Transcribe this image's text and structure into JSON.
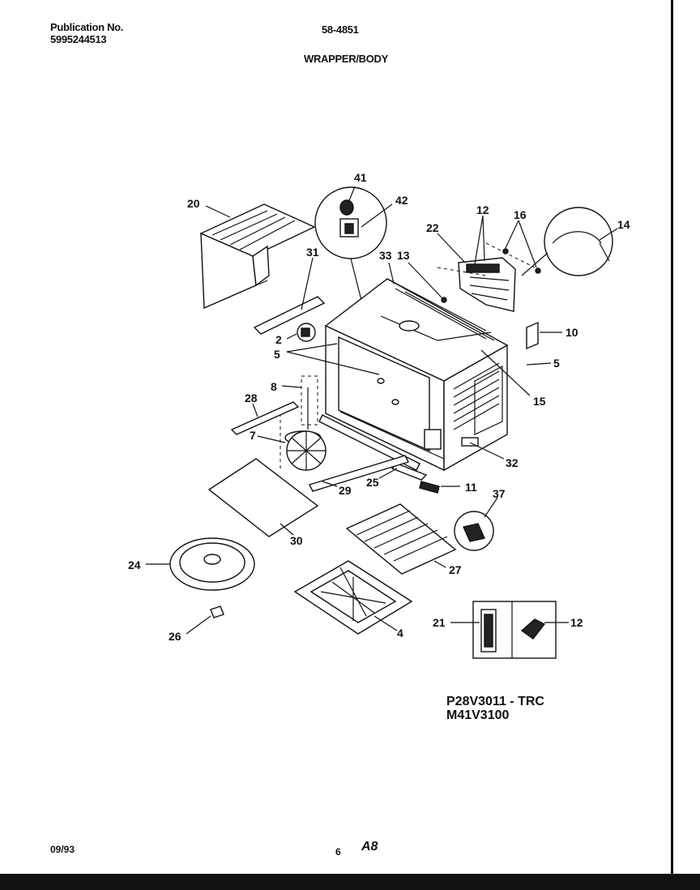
{
  "header": {
    "publication_label": "Publication No.",
    "publication_number": "5995244513",
    "code": "58-4851",
    "section_title": "WRAPPER/BODY"
  },
  "footer": {
    "date": "09/93",
    "page": "6",
    "mark": "A8"
  },
  "models": [
    "P28V3011 - TRC",
    "M41V3100"
  ],
  "callouts": [
    {
      "id": "c41",
      "text": "41"
    },
    {
      "id": "c42",
      "text": "42"
    },
    {
      "id": "c20",
      "text": "20"
    },
    {
      "id": "c12a",
      "text": "12"
    },
    {
      "id": "c16",
      "text": "16"
    },
    {
      "id": "c14",
      "text": "14"
    },
    {
      "id": "c22",
      "text": "22"
    },
    {
      "id": "c33",
      "text": "33"
    },
    {
      "id": "c13",
      "text": "13"
    },
    {
      "id": "c31",
      "text": "31"
    },
    {
      "id": "c10",
      "text": "10"
    },
    {
      "id": "c2",
      "text": "2"
    },
    {
      "id": "c5a",
      "text": "5"
    },
    {
      "id": "c5b",
      "text": "5"
    },
    {
      "id": "c8",
      "text": "8"
    },
    {
      "id": "c15",
      "text": "15"
    },
    {
      "id": "c28",
      "text": "28"
    },
    {
      "id": "c7",
      "text": "7"
    },
    {
      "id": "c32",
      "text": "32"
    },
    {
      "id": "c11",
      "text": "11"
    },
    {
      "id": "c25",
      "text": "25"
    },
    {
      "id": "c29",
      "text": "29"
    },
    {
      "id": "c37",
      "text": "37"
    },
    {
      "id": "c30",
      "text": "30"
    },
    {
      "id": "c27",
      "text": "27"
    },
    {
      "id": "c24",
      "text": "24"
    },
    {
      "id": "c21",
      "text": "21"
    },
    {
      "id": "c12b",
      "text": "12"
    },
    {
      "id": "c4",
      "text": "4"
    },
    {
      "id": "c26",
      "text": "26"
    }
  ]
}
